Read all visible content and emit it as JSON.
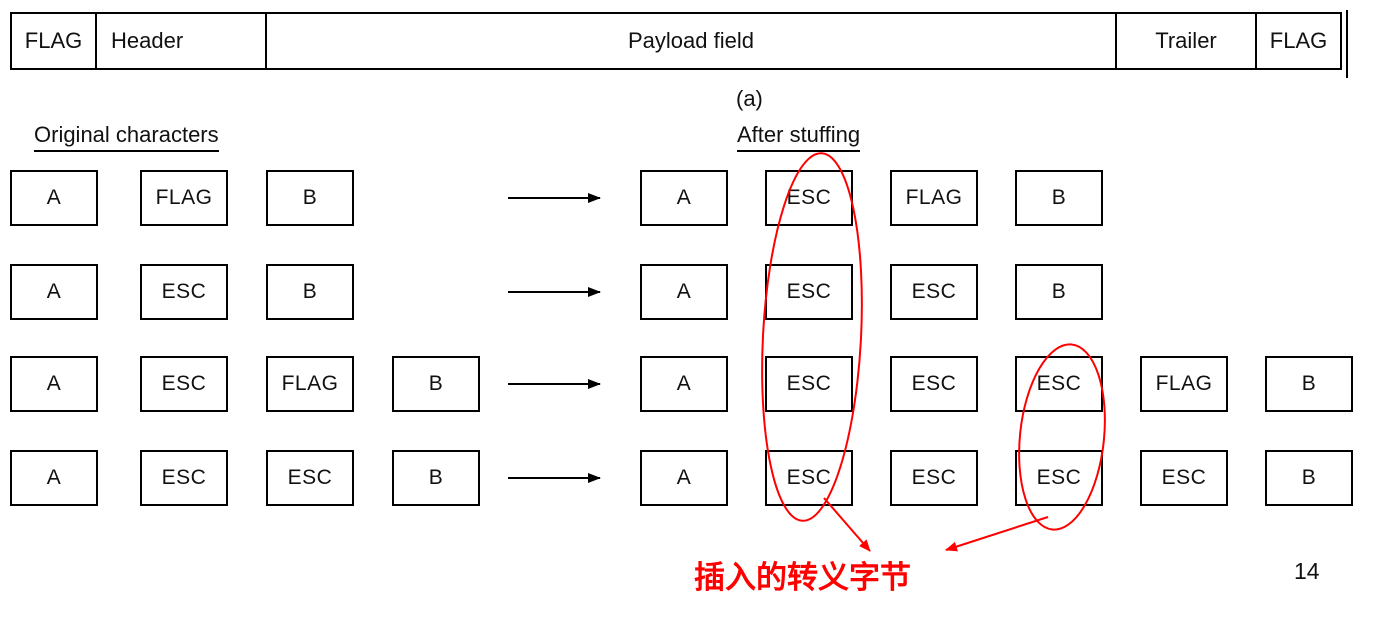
{
  "frame": {
    "fields": [
      "FLAG",
      "Header",
      "Payload field",
      "Trailer",
      "FLAG"
    ],
    "caption": "(a)"
  },
  "columns": {
    "original_title": "Original characters",
    "after_title": "After stuffing"
  },
  "rows": [
    {
      "original": [
        "A",
        "FLAG",
        "B"
      ],
      "after": [
        "A",
        "ESC",
        "FLAG",
        "B"
      ]
    },
    {
      "original": [
        "A",
        "ESC",
        "B"
      ],
      "after": [
        "A",
        "ESC",
        "ESC",
        "B"
      ]
    },
    {
      "original": [
        "A",
        "ESC",
        "FLAG",
        "B"
      ],
      "after": [
        "A",
        "ESC",
        "ESC",
        "ESC",
        "FLAG",
        "B"
      ]
    },
    {
      "original": [
        "A",
        "ESC",
        "ESC",
        "B"
      ],
      "after": [
        "A",
        "ESC",
        "ESC",
        "ESC",
        "ESC",
        "B"
      ]
    }
  ],
  "annotation": {
    "label": "插入的转义字节",
    "color": "#ff0000"
  },
  "page_number": "14",
  "colors": {
    "diagram_black": "#000000",
    "annotation_red": "#ff0000",
    "background": "#ffffff"
  }
}
